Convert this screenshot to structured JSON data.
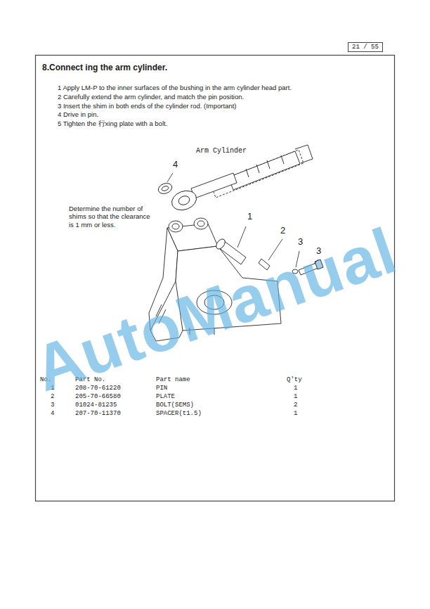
{
  "diagram": {
    "title": "8.Connect ing the arm cylinder.",
    "nodes": [
      {
        "text": [
          "21 / 55"
        ]
      }
    ],
    "labels": [
      "1 Apply LM-P to the inner surfaces of the bushing in the arm cylinder head part.",
      "2 Carefully extend the arm cylinder, and match the pin position.",
      "3 Insert the shim in both ends of the cylinder rod. (Important)",
      "4 Drive in pin.",
      "5 Tighten the 行xing plate with a bolt.",
      "Arm Cylinder",
      "4",
      "Determine the number of shims so that the clearance is 1 mm or less.",
      "1",
      "2",
      "3",
      "3",
      "No.",
      "Part No.",
      "Part name",
      "Q'ty",
      "1",
      "208-70-61220",
      "PIN",
      "1",
      "2",
      "205-70-66580",
      "PLATE",
      "1",
      "3",
      "01024-81235",
      "BOLT(SEMS)",
      "2",
      "4",
      "207-70-11370",
      "SPACER(t1.5)",
      "1",
      "AutoManual"
    ]
  }
}
